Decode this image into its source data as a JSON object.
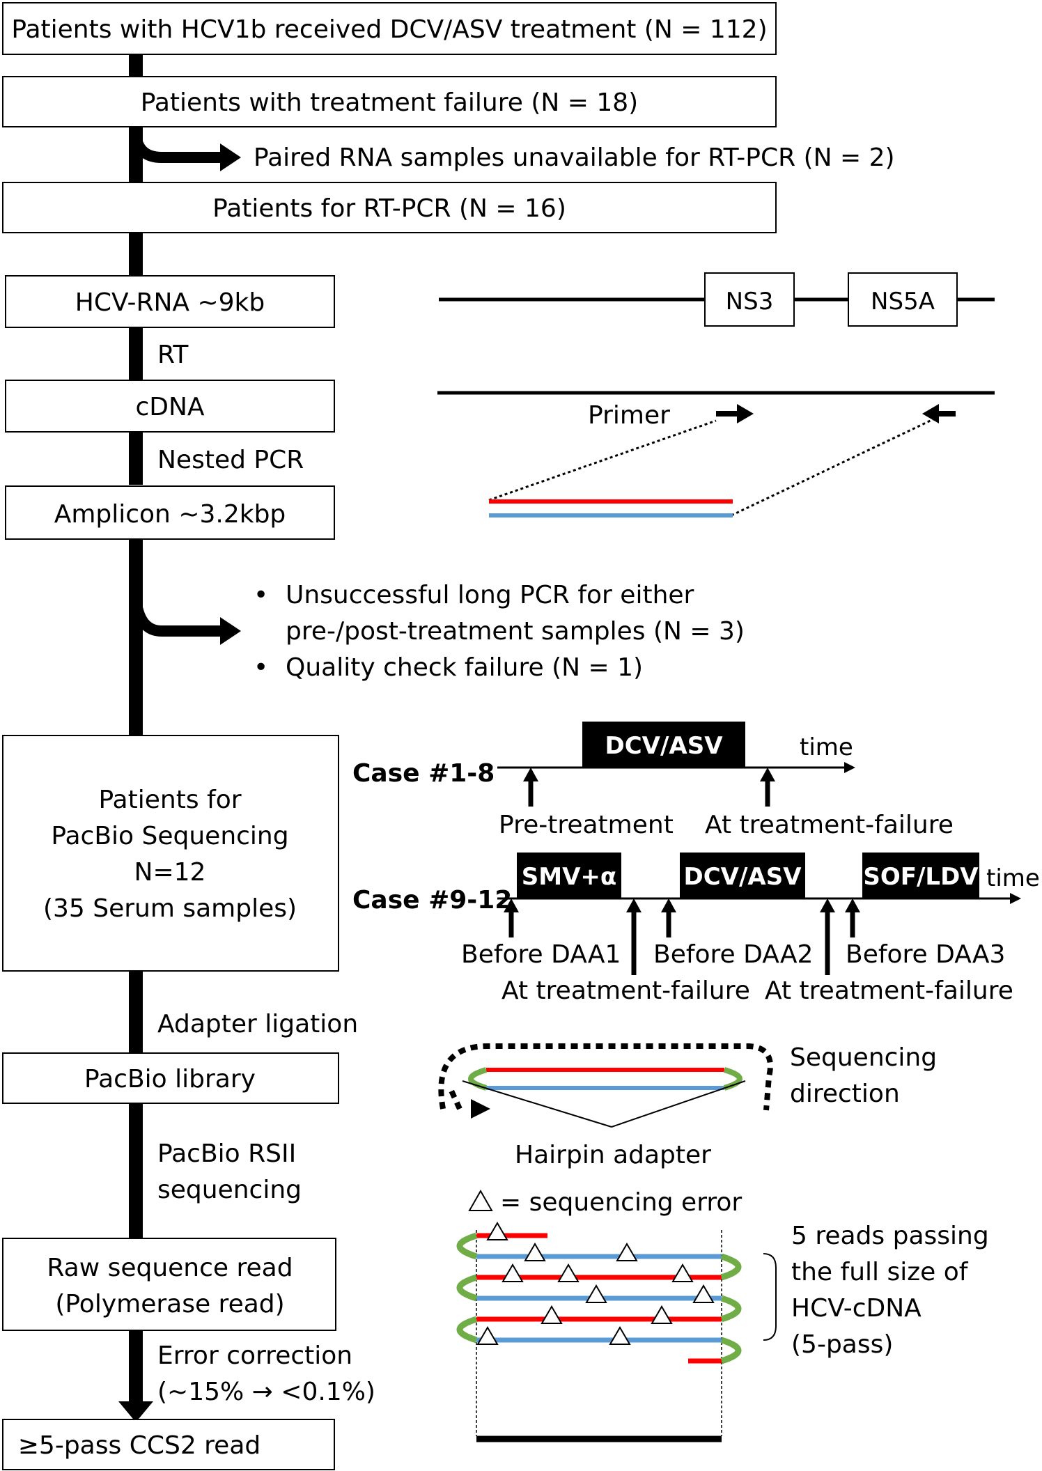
{
  "colors": {
    "red": "#ff0000",
    "blue": "#5b9bd5",
    "green": "#70ad47",
    "black": "#000000"
  },
  "flow": {
    "box1": "Patients with HCV1b received DCV/ASV treatment (N = 112)",
    "box2": "Patients with treatment failure (N = 18)",
    "exclude1": "Paired RNA samples unavailable for RT-PCR (N = 2)",
    "box3": "Patients for RT-PCR (N = 16)",
    "box4": "HCV-RNA ~9kb",
    "step_rt": "RT",
    "box5": "cDNA",
    "step_nested": "Nested PCR",
    "box6": "Amplicon ~3.2kbp",
    "exclude2": {
      "bullet": "•",
      "line1": "Unsuccessful long PCR for either",
      "line2": "pre-/post-treatment samples  (N = 3)",
      "line3": "Quality check failure (N = 1)"
    },
    "box7": {
      "line1": "Patients for",
      "line2": "PacBio Sequencing",
      "line3": "N=12",
      "line4": "(35 Serum samples)"
    },
    "step_adapter": "Adapter ligation",
    "box8": "PacBio library",
    "step_rsii": {
      "line1": "PacBio RSII",
      "line2": "sequencing"
    },
    "box9": {
      "line1": "Raw sequence read",
      "line2": "(Polymerase read)"
    },
    "step_error": {
      "line1": "Error correction",
      "line2": "(~15% → <0.1%)"
    },
    "box10": "≥5-pass CCS2 read"
  },
  "genome": {
    "ns3": "NS3",
    "ns5a": "NS5A",
    "primer": "Primer"
  },
  "timeline1": {
    "case": "Case #1-8",
    "drug": "DCV/ASV",
    "time": "time",
    "pre": "Pre-treatment",
    "fail": "At treatment-failure"
  },
  "timeline2": {
    "case": "Case #9-12",
    "drug1": "SMV+α",
    "drug2": "DCV/ASV",
    "drug3": "SOF/LDV",
    "time": "time",
    "before1": "Before DAA1",
    "before2": "Before DAA2",
    "before3": "Before DAA3",
    "fail1": "At treatment-failure",
    "fail2": "At treatment-failure"
  },
  "library": {
    "direction1": "Sequencing",
    "direction2": "direction",
    "hairpin": "Hairpin adapter"
  },
  "reads": {
    "legend": "= sequencing error",
    "desc1": "5 reads passing",
    "desc2": "the full size of",
    "desc3": "HCV-cDNA",
    "desc4": "(5-pass)"
  }
}
